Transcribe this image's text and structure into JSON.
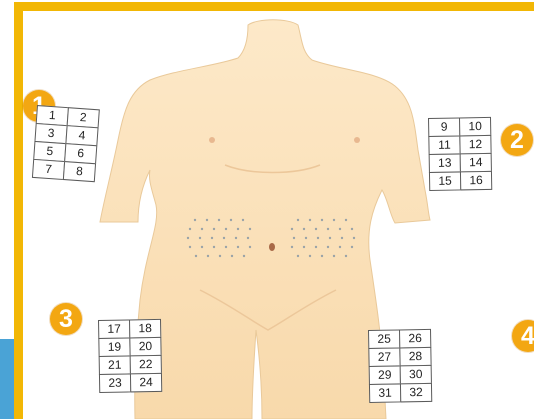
{
  "zones": [
    {
      "badge": "1",
      "cells": [
        [
          "1",
          "2"
        ],
        [
          "3",
          "4"
        ],
        [
          "5",
          "6"
        ],
        [
          "7",
          "8"
        ]
      ]
    },
    {
      "badge": "2",
      "cells": [
        [
          "9",
          "10"
        ],
        [
          "11",
          "12"
        ],
        [
          "13",
          "14"
        ],
        [
          "15",
          "16"
        ]
      ]
    },
    {
      "badge": "3",
      "cells": [
        [
          "17",
          "18"
        ],
        [
          "19",
          "20"
        ],
        [
          "21",
          "22"
        ],
        [
          "23",
          "24"
        ]
      ]
    },
    {
      "badge": "4",
      "cells": [
        [
          "25",
          "26"
        ],
        [
          "27",
          "28"
        ],
        [
          "29",
          "30"
        ],
        [
          "31",
          "32"
        ]
      ]
    }
  ],
  "colors": {
    "frame": "#f2b705",
    "badge": "#f3a712",
    "skin": "#fbe3c0",
    "accent_strip": "#4aa3d6"
  }
}
